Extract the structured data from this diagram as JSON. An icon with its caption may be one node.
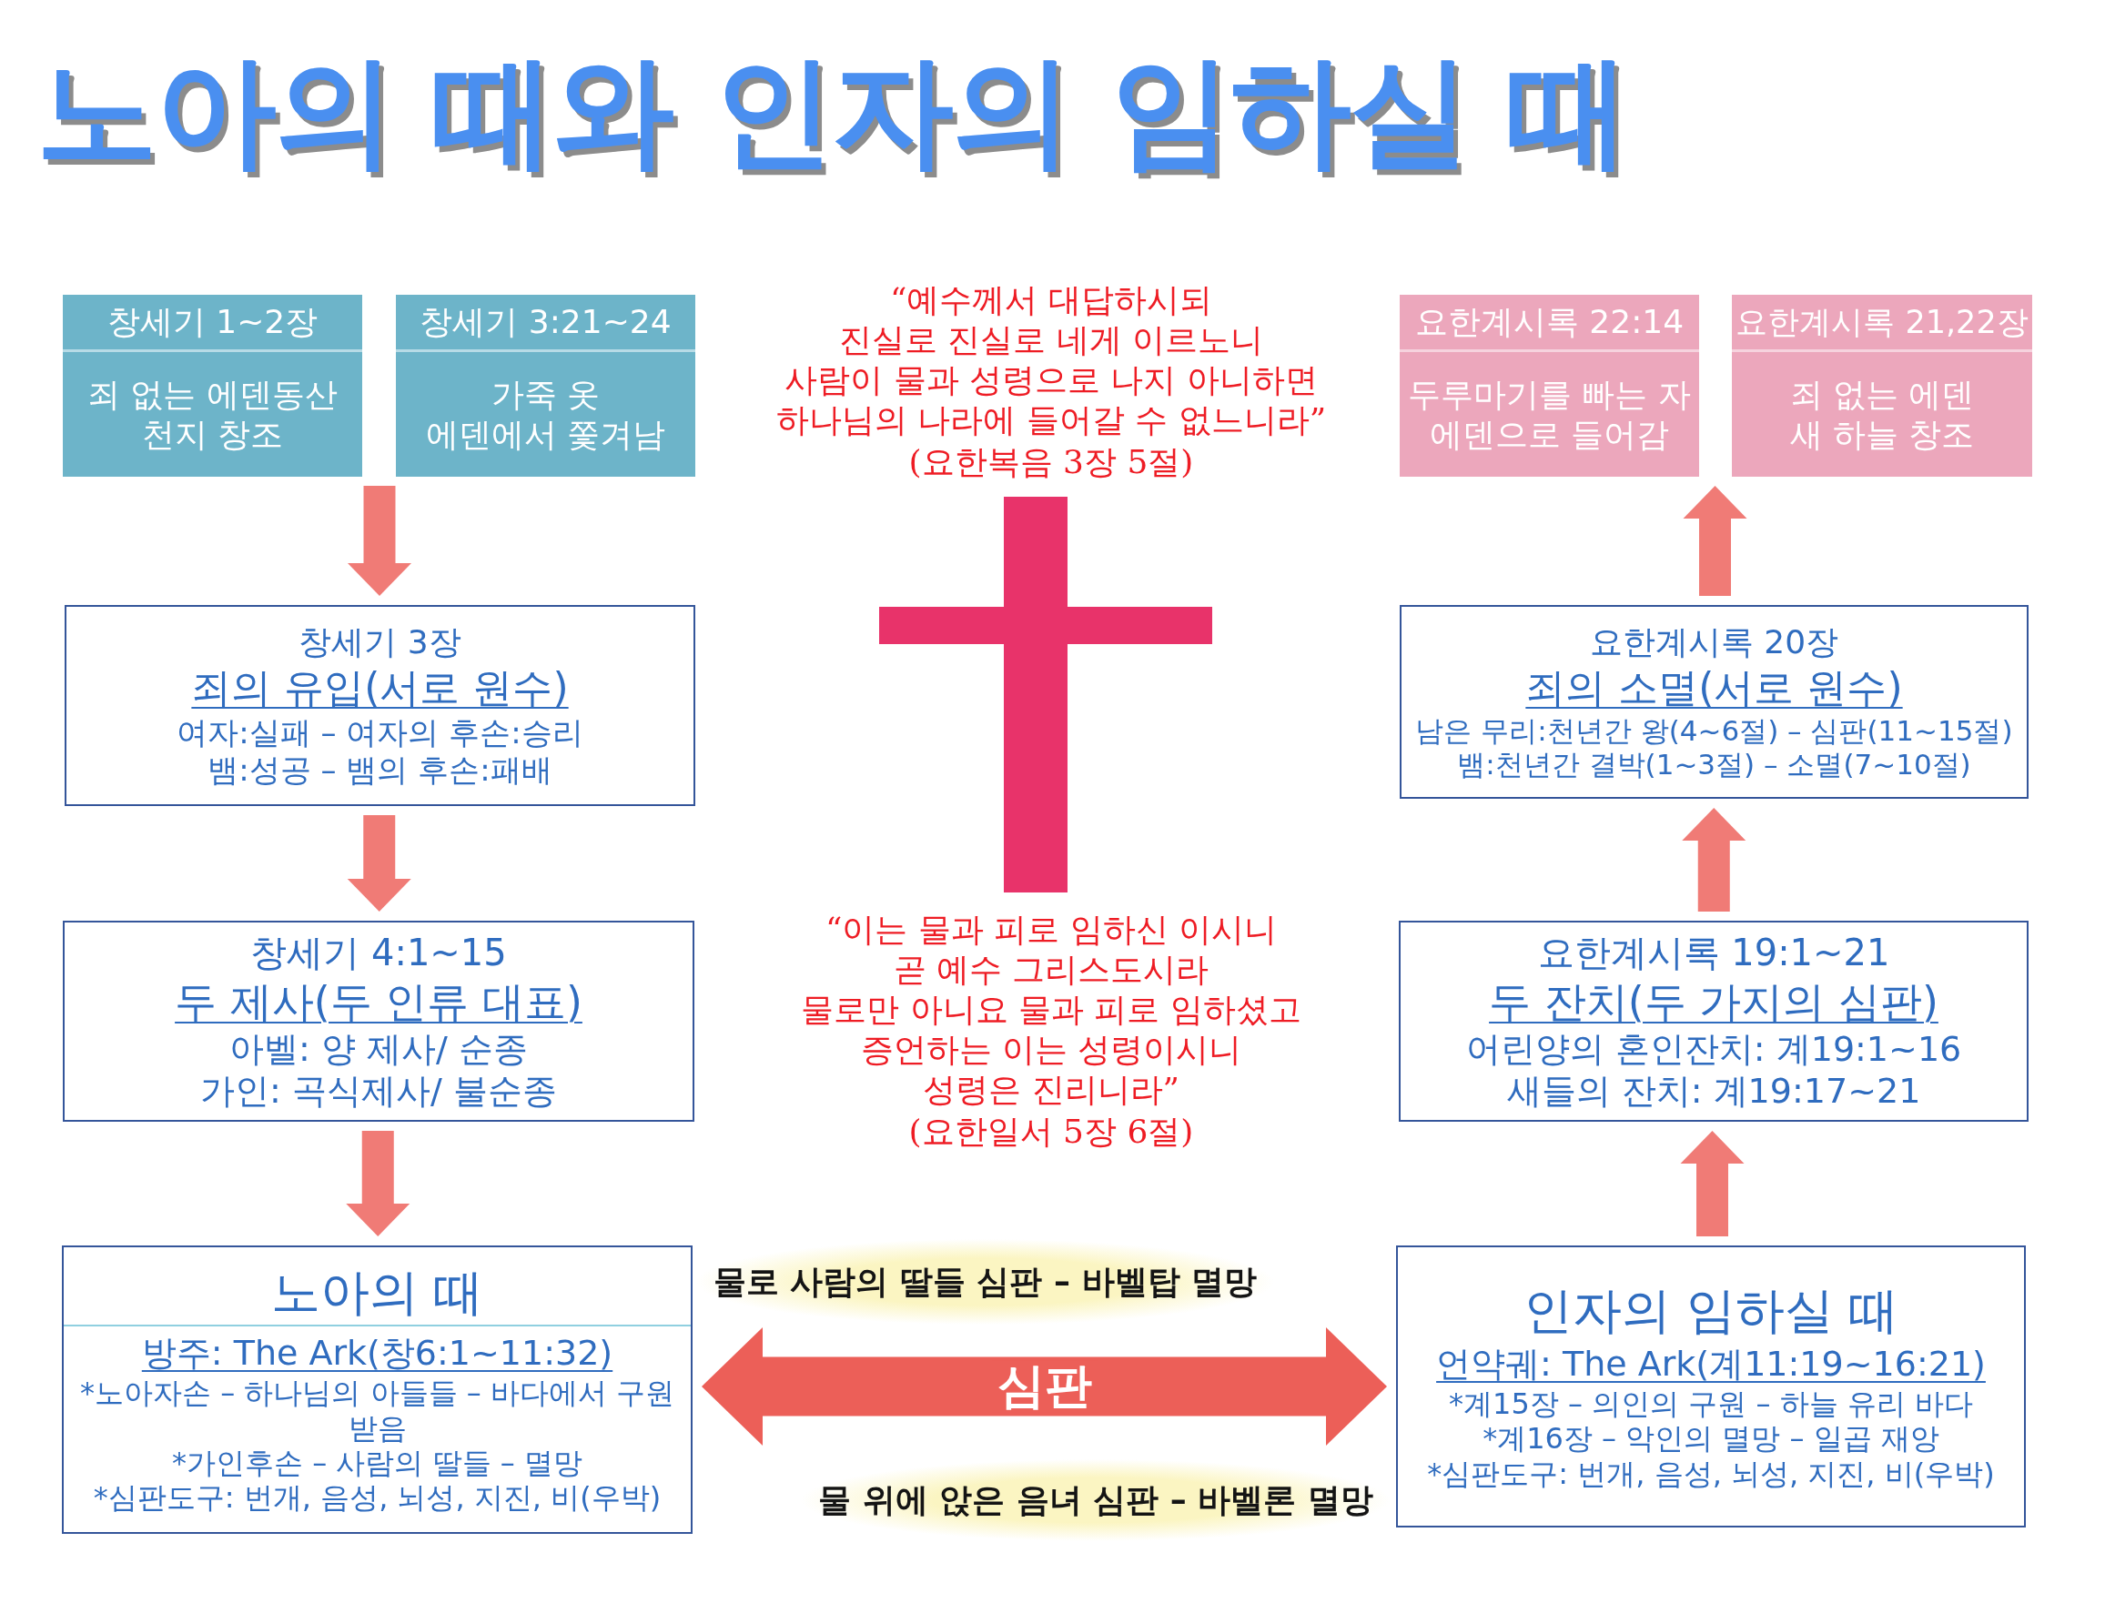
{
  "diagram": {
    "title": "노아의 때와 인자의 임하실 때",
    "nodes": [
      {
        "text": [
          "창세기 1~2장",
          "죄 없는 에덴동산 천지 창조"
        ]
      },
      {
        "text": [
          "창세기 3:21~24",
          "가죽 옷 에덴에서 쫓겨남"
        ]
      },
      {
        "text": [
          "요한계시록 22:14",
          "두루마기를 빠는 자 에덴으로 들어감"
        ]
      },
      {
        "text": [
          "요한계시록 21,22장",
          "죄 없는 에덴 새 하늘 창조"
        ]
      },
      {
        "text": [
          "창세기 3장",
          "죄의 유입(서로 원수)",
          "여자:실패 – 여자의 후손:승리",
          "뱀:성공 – 뱀의 후손:패배"
        ]
      },
      {
        "text": [
          "요한계시록 20장",
          "죄의 소멸(서로 원수)",
          "남은 무리:천년간 왕(4~6절) – 심판(11~15절)",
          "뱀:천년간 결박(1~3절) – 소멸(7~10절)"
        ]
      },
      {
        "text": [
          "창세기 4:1~15",
          "두 제사(두 인류 대표)",
          "아벨: 양 제사/ 순종",
          "가인: 곡식제사/ 불순종"
        ]
      },
      {
        "text": [
          "요한계시록 19:1~21",
          "두 잔치(두 가지의 심판)",
          "어린양의 혼인잔치: 계19:1~16",
          "새들의 잔치: 계19:17~21"
        ]
      },
      {
        "text": [
          "노아의 때",
          "방주: The Ark(창6:1~11:32)",
          "*노아자손 – 하나님의 아들들 – 바다에서 구원받음",
          "*가인후손 – 사람의 딸들 – 멸망",
          "*심판도구: 번개, 음성, 뇌성, 지진, 비(우박)"
        ]
      },
      {
        "text": [
          "인자의 임하실 때",
          "언약궤: The Ark(계11:19~16:21)",
          "*계15장 – 의인의 구원 – 하늘 유리 바다",
          "*계16장 – 악인의 멸망 – 일곱 재앙",
          "*심판도구: 번개, 음성, 뇌성, 지진, 비(우박)"
        ]
      },
      {
        "text": [
          "물로 사람의 딸들 심판 – 바벨탑 멸망"
        ]
      },
      {
        "text": [
          "물 위에 앉은 음녀 심판 – 바벨론 멸망"
        ]
      }
    ],
    "edges": [
      {
        "from": 0,
        "to": 4,
        "arrow": "to"
      },
      {
        "from": 1,
        "to": 4,
        "arrow": "to"
      },
      {
        "from": 4,
        "to": 6,
        "arrow": "to"
      },
      {
        "from": 6,
        "to": 8,
        "arrow": "to"
      },
      {
        "from": 8,
        "to": 9,
        "arrow": "both",
        "label": "심판",
        "style": "thick",
        "color": "#ec5f58"
      },
      {
        "from": 9,
        "to": 7,
        "arrow": "to"
      },
      {
        "from": 7,
        "to": 5,
        "arrow": "to"
      },
      {
        "from": 5,
        "to": 2,
        "arrow": "to"
      },
      {
        "from": 5,
        "to": 3,
        "arrow": "to"
      }
    ],
    "labels": [
      "“예수께서 대답하시되 진실로 진실로 네게 이르노니 사람이 물과 성령으로 나지 아니하면 하나님의 나라에 들어갈 수 없느니라”",
      "(요한복음 3장 5절)",
      "“이는 물과 피로 임하신 이시니 곧 예수 그리스도시라 물로만 아니요 물과 피로 임하셨고 증언하는 이는 성령이시니 성령은 진리니라”",
      "(요한일서 5장 6절)"
    ]
  }
}
